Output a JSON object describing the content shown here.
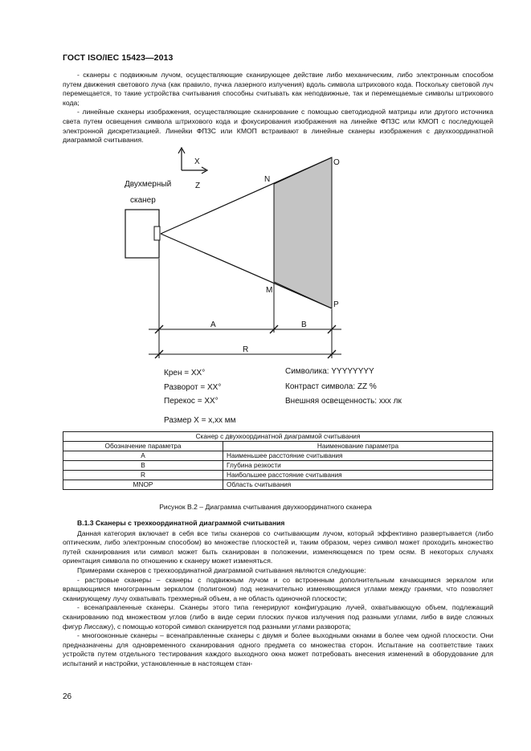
{
  "header": "ГОСТ ISO/IEC 15423—2013",
  "intro_paragraphs": [
    "- сканеры с подвижным лучом, осуществляющие сканирующее действие либо механическим, либо электронным способом путем движения светового луча (как правило, пучка лазерного излучения) вдоль символа штрихового кода. Поскольку световой луч перемещается, то такие устройства считывания способны считывать как неподвижные, так и перемещаемые символы штрихового кода;",
    "- линейные сканеры изображения, осуществляющие сканирование с помощью светодиодной матрицы или другого источника света путем освещения символа штрихового кода и фокусирования изображения на линейке ФПЗС или КМОП с последующей электронной дискретизацией. Линейки ФПЗС или КМОП встраивают в линейные сканеры изображения с двухкоординатной диаграммой считывания."
  ],
  "diagram": {
    "axis_x": "X",
    "axis_z": "Z",
    "scanner_label_line1": "Двухмерный",
    "scanner_label_line2": "сканер",
    "point_n": "N",
    "point_o": "O",
    "point_m": "M",
    "point_p": "P",
    "dim_a": "A",
    "dim_b": "B",
    "dim_r": "R",
    "params_left": [
      "Крен = XX°",
      "Разворот = XX°",
      "Перекос  = XX°"
    ],
    "params_right": [
      "Символика: YYYYYYYY",
      "Контраст символа: ZZ %",
      "Внешняя освещенность: xxx лк"
    ],
    "size": "Размер X = x,xx мм",
    "colors": {
      "shade": "#c4c4c4",
      "line": "#111111"
    }
  },
  "table": {
    "title": "Сканер с двухкоординатной диаграммой считывания",
    "col1": "Обозначение параметра",
    "col2": "Наименование параметра",
    "rows": [
      {
        "code": "A",
        "name": "Наименьшее расстояние считывания"
      },
      {
        "code": "B",
        "name": "Глубина резкости"
      },
      {
        "code": "R",
        "name": "Наибольшее расстояние считывания"
      },
      {
        "code": "MNOP",
        "name": "Область считывания"
      }
    ]
  },
  "caption": "Рисунок В.2 – Диаграмма считывания двухкоординатного сканера",
  "section": {
    "heading": "В.1.3 Сканеры с трехкоординатной диаграммой считывания",
    "paragraphs": [
      "Данная категория включает в себя все типы сканеров со считывающим лучом, который эффективно развертывается (либо оптическим, либо электронным способом) во множестве плоскостей и, таким образом, через символ может проходить множество путей сканирования или символ может быть сканирован в положении, изменяющемся по трем осям. В некоторых случаях ориентация символа по отношению к сканеру может изменяться.",
      "Примерами сканеров с трехкоординатной диаграммой считывания являются следующие:",
      "- растровые сканеры – сканеры с подвижным лучом и со встроенным дополнительным качающимся зеркалом или вращающимся многогранным зеркалом (полигоном) под незначительно изменяющимися углами между гранями, что позволяет сканирующему лучу охватывать трехмерный объем, а не область одиночной плоскости;",
      "- всенаправленные сканеры. Сканеры этого типа генерируют конфигурацию лучей, охватывающую объем, подлежащий сканированию под множеством углов (либо в виде серии плоских пучков излучения под разными углами, либо в виде сложных фигур Лиссажу), с помощью которой символ сканируется под разными углами разворота;",
      "- многооконные сканеры – всенаправленные сканеры с двумя и более выходными окнами в более чем одной плоскости. Они предназначены для одновременного сканирования одного предмета со множества сторон. Испытание на соответствие таких устройств путем отдельного тестирования каждого выходного окна может потребовать внесения изменений в оборудование для испытаний и настройки, установленные в настоящем стан-"
    ]
  },
  "page_number": "26"
}
